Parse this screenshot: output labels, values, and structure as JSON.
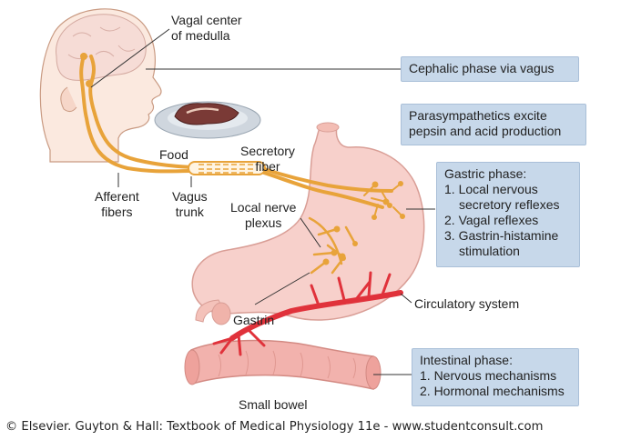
{
  "labels": {
    "vagal_center": [
      "Vagal center",
      "of medulla"
    ],
    "food": "Food",
    "secretory_fiber": [
      "Secretory",
      "fiber"
    ],
    "afferent_fibers": [
      "Afferent",
      "fibers"
    ],
    "vagus_trunk": [
      "Vagus",
      "trunk"
    ],
    "local_nerve_plexus": [
      "Local nerve",
      "plexus"
    ],
    "gastrin": "Gastrin",
    "circulatory_system": "Circulatory system",
    "small_bowel": "Small bowel"
  },
  "boxes": {
    "cephalic": "Cephalic phase via vagus",
    "parasympathetics": [
      "Parasympathetics excite",
      "pepsin and acid production"
    ],
    "gastric": {
      "title": "Gastric phase:",
      "items": [
        "1. Local nervous",
        "secretory reflexes",
        "2. Vagal reflexes",
        "3. Gastrin-histamine",
        "stimulation"
      ]
    },
    "intestinal": {
      "title": "Intestinal phase:",
      "items": [
        "1. Nervous mechanisms",
        "2. Hormonal mechanisms"
      ]
    }
  },
  "caption": "© Elsevier. Guyton & Hall: Textbook of Medical Physiology 11e - www.studentconsult.com",
  "colors": {
    "nerve": "#e8a33a",
    "box_fill": "#c7d8ea",
    "stomach": "#f7d0cb",
    "vessel": "#e0323b",
    "bowel": "#f2b2ad"
  }
}
